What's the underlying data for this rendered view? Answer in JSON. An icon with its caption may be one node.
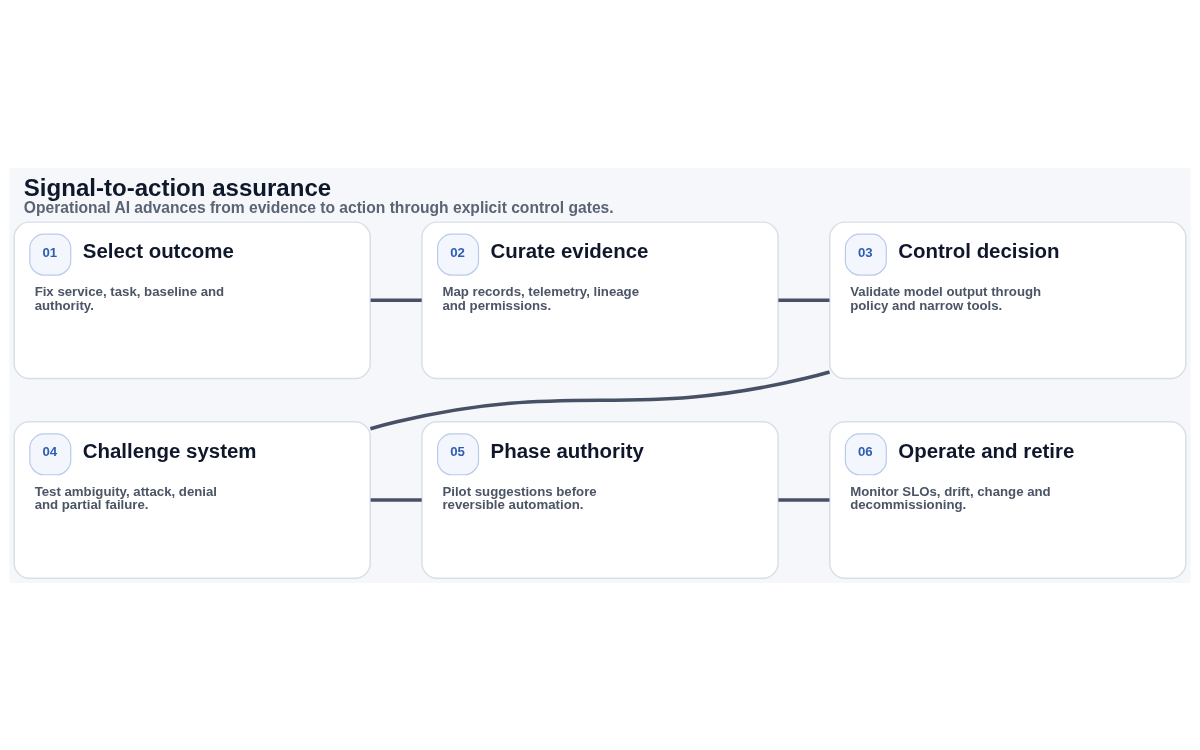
{
  "diagram": {
    "title": "Signal-to-action assurance",
    "caption": "Operational AI advances from evidence to action through explicit control gates.",
    "nodes": [
      {
        "text": [
          "01",
          "Select outcome",
          "Fix service, task, baseline and authority."
        ]
      },
      {
        "text": [
          "02",
          "Curate evidence",
          "Map records, telemetry, lineage and permissions."
        ]
      },
      {
        "text": [
          "03",
          "Control decision",
          "Validate model output through policy and narrow tools."
        ]
      },
      {
        "text": [
          "04",
          "Challenge system",
          "Test ambiguity, attack, denial and partial failure."
        ]
      },
      {
        "text": [
          "05",
          "Phase authority",
          "Pilot suggestions before reversible automation."
        ]
      },
      {
        "text": [
          "06",
          "Operate and retire",
          "Monitor SLOs, drift, change and decommissioning."
        ]
      }
    ],
    "edges": [
      {
        "from": 0,
        "to": 1,
        "arrow": "none"
      },
      {
        "from": 1,
        "to": 2,
        "arrow": "none"
      },
      {
        "from": 2,
        "to": 3,
        "arrow": "none"
      },
      {
        "from": 3,
        "to": 4,
        "arrow": "none"
      },
      {
        "from": 4,
        "to": 5,
        "arrow": "none"
      }
    ]
  }
}
